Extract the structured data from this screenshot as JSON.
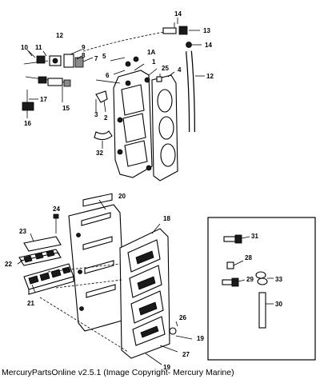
{
  "footer": {
    "text": "MercuryPartsOnline v2.5.1 (Image Copyright- Mercury Marine)"
  },
  "callouts": {
    "c1": "1",
    "c1a": "1A",
    "c2": "2",
    "c3": "3",
    "c4": "4",
    "c5": "5",
    "c6": "6",
    "c7": "7",
    "c8": "8",
    "c9": "9",
    "c10": "10",
    "c11": "11",
    "c12a": "12",
    "c12b": "12",
    "c13": "13",
    "c14a": "14",
    "c14b": "14",
    "c15": "15",
    "c16": "16",
    "c17": "17",
    "c18": "18",
    "c19a": "19",
    "c19b": "19",
    "c20": "20",
    "c21": "21",
    "c22": "22",
    "c23": "23",
    "c24": "24",
    "c25": "25",
    "c26": "26",
    "c27": "27",
    "c28": "28",
    "c29": "29",
    "c30": "30",
    "c31": "31",
    "c32": "32",
    "c33": "33"
  }
}
